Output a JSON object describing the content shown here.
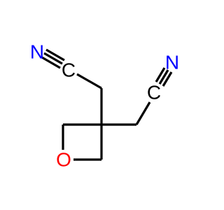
{
  "colors": {
    "background": "#ffffff",
    "bond": "#000000",
    "carbon": "#000000",
    "nitrogen": "#0000ff",
    "oxygen": "#ff0000"
  },
  "atoms": {
    "n_left": "N",
    "c_left": "C",
    "n_right": "N",
    "c_right": "C",
    "o_ring": "O"
  }
}
